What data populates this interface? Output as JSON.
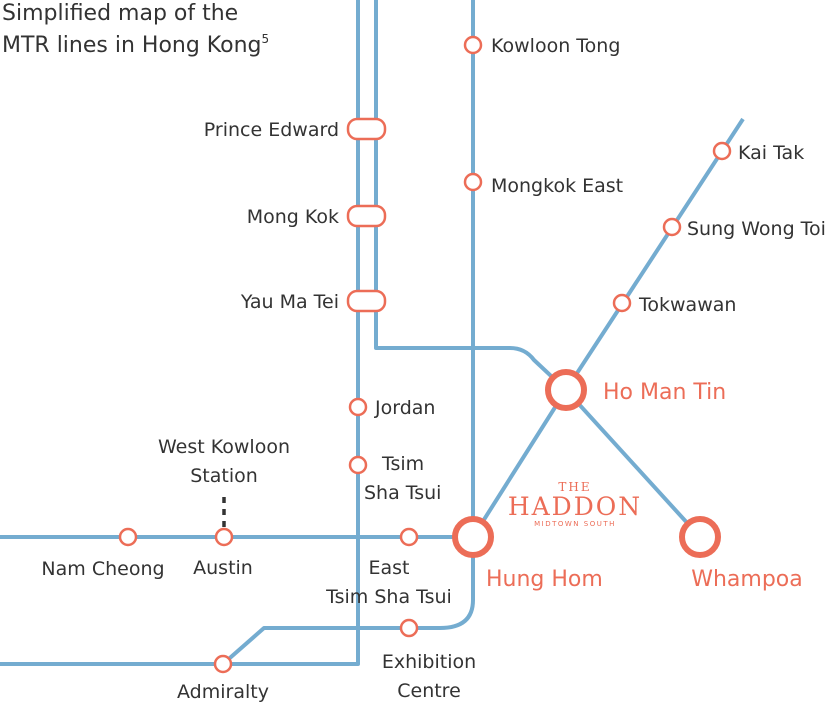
{
  "title": {
    "line1": "Simplified map of the",
    "line2": "MTR lines in Hong Kong",
    "footnote": "5"
  },
  "colors": {
    "line": "#74acd0",
    "station": "#ec6d57",
    "text": "#333333",
    "highlight": "#ec6d57"
  },
  "brand": {
    "line1": "THE",
    "line2": "HADDON",
    "line3": "MIDTOWN SOUTH"
  },
  "stations": {
    "kowloon_tong": "Kowloon Tong",
    "prince_edward": "Prince Edward",
    "mong_kok": "Mong Kok",
    "yau_ma_tei": "Yau Ma Tei",
    "mongkok_east": "Mongkok East",
    "kai_tak": "Kai Tak",
    "sung_wong_toi": "Sung Wong Toi",
    "tokwawan": "Tokwawan",
    "ho_man_tin": "Ho Man Tin",
    "jordan": "Jordan",
    "tsim_sha_tsui_1": "Tsim",
    "tsim_sha_tsui_2": "Sha Tsui",
    "west_kowloon_1": "West Kowloon",
    "west_kowloon_2": "Station",
    "nam_cheong": "Nam Cheong",
    "austin": "Austin",
    "east_tst_1": "East",
    "east_tst_2": "Tsim Sha Tsui",
    "hung_hom": "Hung Hom",
    "whampoa": "Whampoa",
    "exhibition_1": "Exhibition",
    "exhibition_2": "Centre",
    "admiralty": "Admiralty"
  }
}
